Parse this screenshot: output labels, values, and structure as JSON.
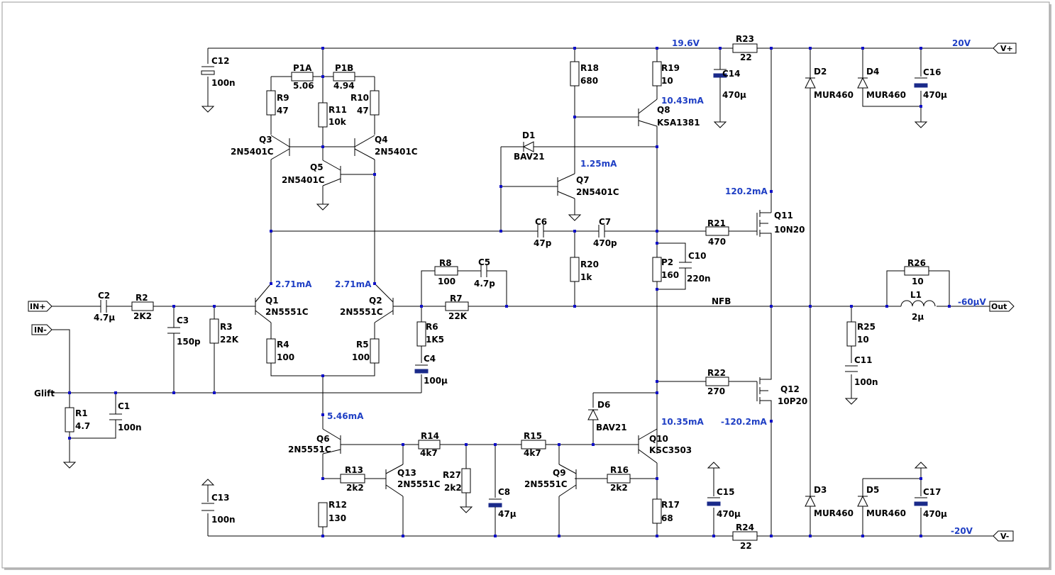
{
  "ports": {
    "in_plus": "IN+",
    "in_minus": "IN-",
    "v_plus": "V+",
    "v_minus": "V-",
    "out": "Out"
  },
  "nets": {
    "glift": "Glift",
    "nfb": "NFB",
    "v_plus_rail": "19.6V",
    "supply_pos": "20V",
    "supply_neg": "-20V"
  },
  "currents": {
    "q8": "10.43mA",
    "q7": "1.25mA",
    "q1": "2.71mA",
    "q2": "2.71mA",
    "q6": "5.46mA",
    "q10": "10.35mA",
    "q11": "120.2mA",
    "q12": "-120.2mA",
    "out": "-60µV"
  },
  "components": [
    {
      "ref": "C12",
      "value": "100n"
    },
    {
      "ref": "C13",
      "value": "100n"
    },
    {
      "ref": "P1A",
      "value": "5.06"
    },
    {
      "ref": "P1B",
      "value": "4.94"
    },
    {
      "ref": "R9",
      "value": "47"
    },
    {
      "ref": "R10",
      "value": "47"
    },
    {
      "ref": "R11",
      "value": "10k"
    },
    {
      "ref": "Q3",
      "value": "2N5401C"
    },
    {
      "ref": "Q4",
      "value": "2N5401C"
    },
    {
      "ref": "Q5",
      "value": "2N5401C"
    },
    {
      "ref": "R18",
      "value": "680"
    },
    {
      "ref": "R19",
      "value": "10"
    },
    {
      "ref": "Q8",
      "value": "KSA1381"
    },
    {
      "ref": "D1",
      "value": "BAV21"
    },
    {
      "ref": "Q7",
      "value": "2N5401C"
    },
    {
      "ref": "R23",
      "value": "22"
    },
    {
      "ref": "C14",
      "value": "470µ"
    },
    {
      "ref": "D2",
      "value": "MUR460"
    },
    {
      "ref": "D4",
      "value": "MUR460"
    },
    {
      "ref": "C16",
      "value": "470µ"
    },
    {
      "ref": "C6",
      "value": "47p"
    },
    {
      "ref": "C7",
      "value": "470p"
    },
    {
      "ref": "R21",
      "value": "470"
    },
    {
      "ref": "Q11",
      "value": "10N20"
    },
    {
      "ref": "R8",
      "value": "100"
    },
    {
      "ref": "C5",
      "value": "4.7p"
    },
    {
      "ref": "R20",
      "value": "1k"
    },
    {
      "ref": "P2",
      "value": "160"
    },
    {
      "ref": "C10",
      "value": "220n"
    },
    {
      "ref": "R26",
      "value": "10"
    },
    {
      "ref": "L1",
      "value": "2µ"
    },
    {
      "ref": "C2",
      "value": "4.7µ"
    },
    {
      "ref": "R2",
      "value": "2K2"
    },
    {
      "ref": "C3",
      "value": "150p"
    },
    {
      "ref": "R3",
      "value": "22K"
    },
    {
      "ref": "Q1",
      "value": "2N5551C"
    },
    {
      "ref": "Q2",
      "value": "2N5551C"
    },
    {
      "ref": "R7",
      "value": "22K"
    },
    {
      "ref": "R6",
      "value": "1K5"
    },
    {
      "ref": "R4",
      "value": "100"
    },
    {
      "ref": "R5",
      "value": "100"
    },
    {
      "ref": "C4",
      "value": "100µ"
    },
    {
      "ref": "R25",
      "value": "10"
    },
    {
      "ref": "C11",
      "value": "100n"
    },
    {
      "ref": "R22",
      "value": "270"
    },
    {
      "ref": "Q12",
      "value": "10P20"
    },
    {
      "ref": "R1",
      "value": "4.7"
    },
    {
      "ref": "C1",
      "value": "100n"
    },
    {
      "ref": "D6",
      "value": "BAV21"
    },
    {
      "ref": "Q6",
      "value": "2N5551C"
    },
    {
      "ref": "R14",
      "value": "4k7"
    },
    {
      "ref": "R15",
      "value": "4k7"
    },
    {
      "ref": "Q10",
      "value": "KSC3503"
    },
    {
      "ref": "R13",
      "value": "2k2"
    },
    {
      "ref": "Q13",
      "value": "2N5551C"
    },
    {
      "ref": "R27",
      "value": "2k2"
    },
    {
      "ref": "C8",
      "value": "47µ"
    },
    {
      "ref": "Q9",
      "value": "2N5551C"
    },
    {
      "ref": "R16",
      "value": "2k2"
    },
    {
      "ref": "R12",
      "value": "130"
    },
    {
      "ref": "R17",
      "value": "68"
    },
    {
      "ref": "C15",
      "value": "470µ"
    },
    {
      "ref": "R24",
      "value": "22"
    },
    {
      "ref": "D3",
      "value": "MUR460"
    },
    {
      "ref": "D5",
      "value": "MUR460"
    },
    {
      "ref": "C17",
      "value": "470µ"
    }
  ],
  "colors": {
    "wire": "#000000",
    "junction": "#1010c8",
    "current": "#1f3fc4",
    "background": "#ffffff"
  }
}
